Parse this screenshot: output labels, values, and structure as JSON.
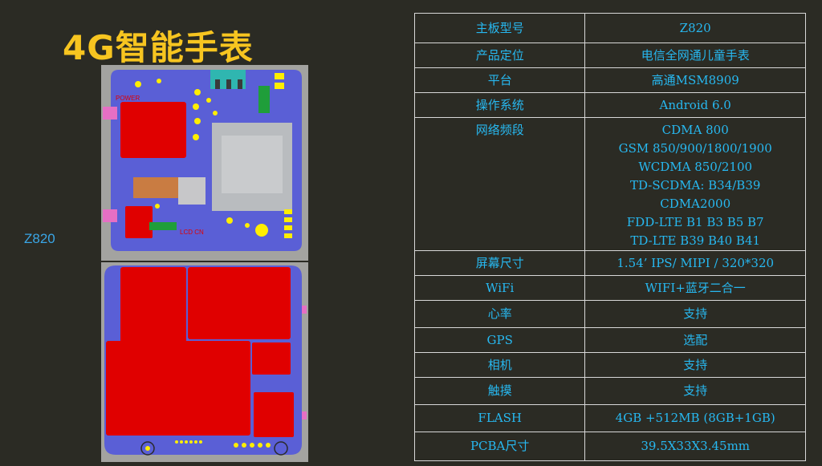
{
  "title": "4G智能手表",
  "model_label": "Z820",
  "spec_rows": [
    {
      "key": "主板型号",
      "value": [
        "Z820"
      ]
    },
    {
      "key": "产品定位",
      "value": [
        "电信全网通儿童手表"
      ]
    },
    {
      "key": "平台",
      "value": [
        "高通MSM8909"
      ]
    },
    {
      "key": "操作系统",
      "value": [
        "Android 6.0"
      ]
    },
    {
      "key": "网络频段",
      "value": [
        "CDMA 800",
        "GSM 850/900/1800/1900",
        "WCDMA 850/2100",
        "TD-SCDMA: B34/B39",
        "CDMA2000",
        "FDD-LTE B1 B3 B5 B7",
        "TD-LTE B39 B40 B41"
      ]
    },
    {
      "key": "屏幕尺寸",
      "value": [
        "1.54’ IPS/ MIPI / 320*320"
      ]
    },
    {
      "key": "WiFi",
      "value": [
        "WIFI+蓝牙二合一"
      ]
    },
    {
      "key": "心率",
      "value": [
        "支持"
      ]
    },
    {
      "key": "GPS",
      "value": [
        "选配"
      ]
    },
    {
      "key": "相机",
      "value": [
        "支持"
      ]
    },
    {
      "key": "触摸",
      "value": [
        "支持"
      ]
    },
    {
      "key": "FLASH",
      "value": [
        "4GB +512MB (8GB+1GB)"
      ]
    },
    {
      "key": "PCBA尺寸",
      "value": [
        "39.5X33X3.45mm"
      ]
    }
  ],
  "pcb_labels": {
    "power": "POWER",
    "lcd": "LCD CN"
  },
  "colors": {
    "background": "#2b2b24",
    "title": "#f7c520",
    "table_text": "#27b8f0",
    "board": "#5a5fd6",
    "shield": "#e00000",
    "pad": "#ffee00"
  }
}
